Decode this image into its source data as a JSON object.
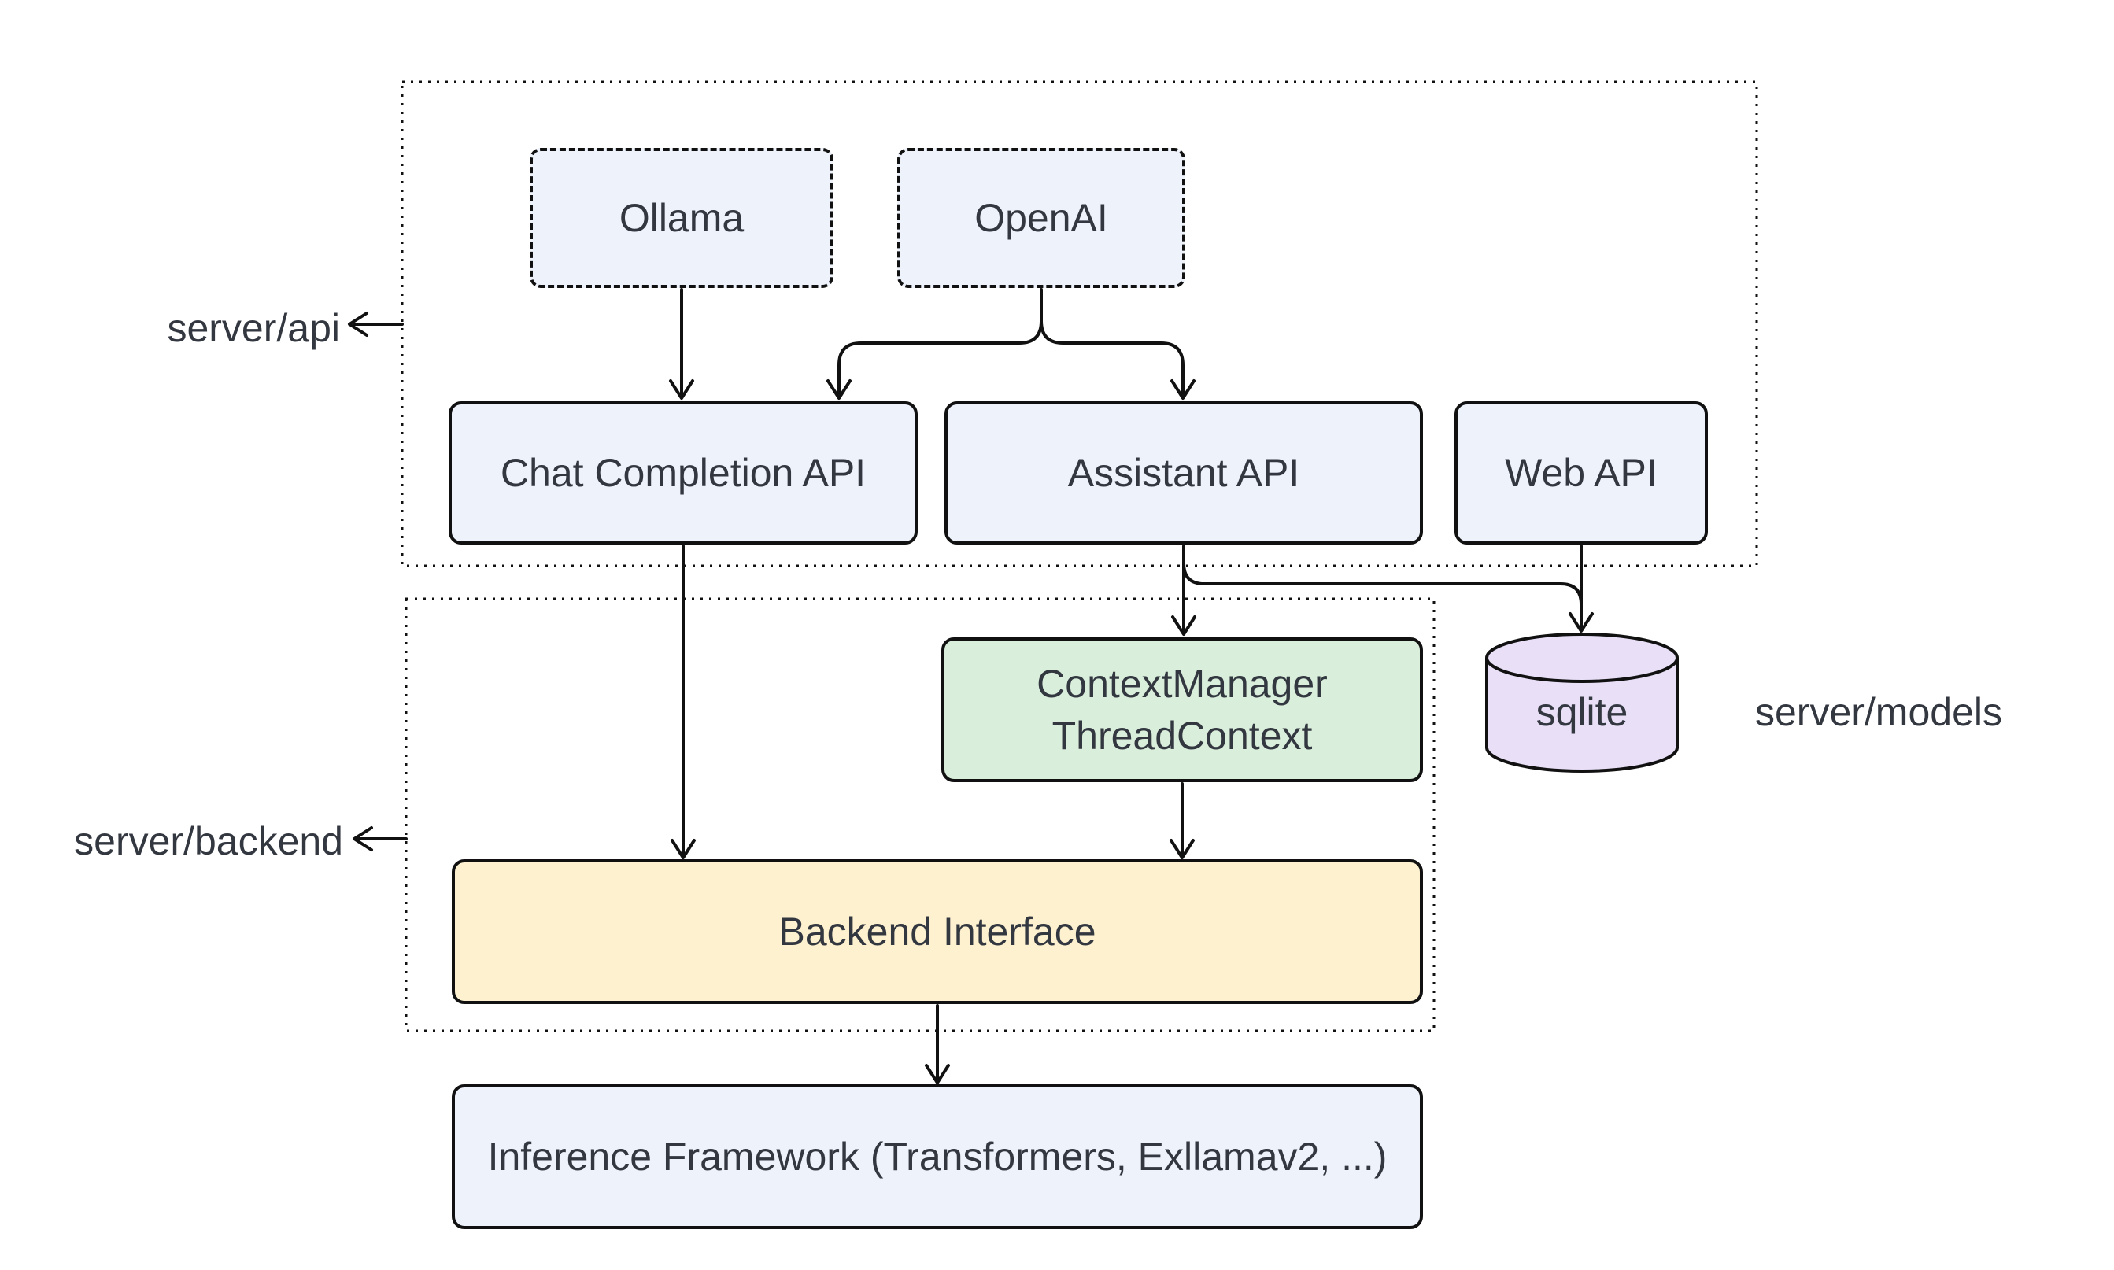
{
  "groups": {
    "api": {
      "label": "server/api"
    },
    "backend": {
      "label": "server/backend"
    },
    "models": {
      "label": "server/models"
    }
  },
  "nodes": {
    "ollama": {
      "label": "Ollama"
    },
    "openai": {
      "label": "OpenAI"
    },
    "chat_completion_api": {
      "label": "Chat Completion API"
    },
    "assistant_api": {
      "label": "Assistant API"
    },
    "web_api": {
      "label": "Web API"
    },
    "context_manager": {
      "line1": "ContextManager",
      "line2": "ThreadContext"
    },
    "sqlite": {
      "label": "sqlite"
    },
    "backend_interface": {
      "label": "Backend Interface"
    },
    "inference_framework": {
      "label": "Inference Framework (Transformers, Exllamav2, ...)"
    }
  },
  "edges": [
    {
      "from": "Ollama",
      "to": "Chat Completion API"
    },
    {
      "from": "OpenAI",
      "to": "Chat Completion API"
    },
    {
      "from": "OpenAI",
      "to": "Assistant API"
    },
    {
      "from": "Chat Completion API",
      "to": "Backend Interface"
    },
    {
      "from": "Assistant API",
      "to": "ContextManager ThreadContext"
    },
    {
      "from": "Assistant API",
      "to": "sqlite"
    },
    {
      "from": "Web API",
      "to": "sqlite"
    },
    {
      "from": "ContextManager ThreadContext",
      "to": "Backend Interface"
    },
    {
      "from": "Backend Interface",
      "to": "Inference Framework (Transformers, Exllamav2, ...)"
    }
  ],
  "colors": {
    "background": "#ffffff",
    "node_blue": "#eef2fb",
    "node_green": "#d9eedb",
    "node_yellow": "#fdf1cf",
    "node_purple": "#e9e0f8",
    "stroke": "#111111",
    "text": "#333740"
  }
}
